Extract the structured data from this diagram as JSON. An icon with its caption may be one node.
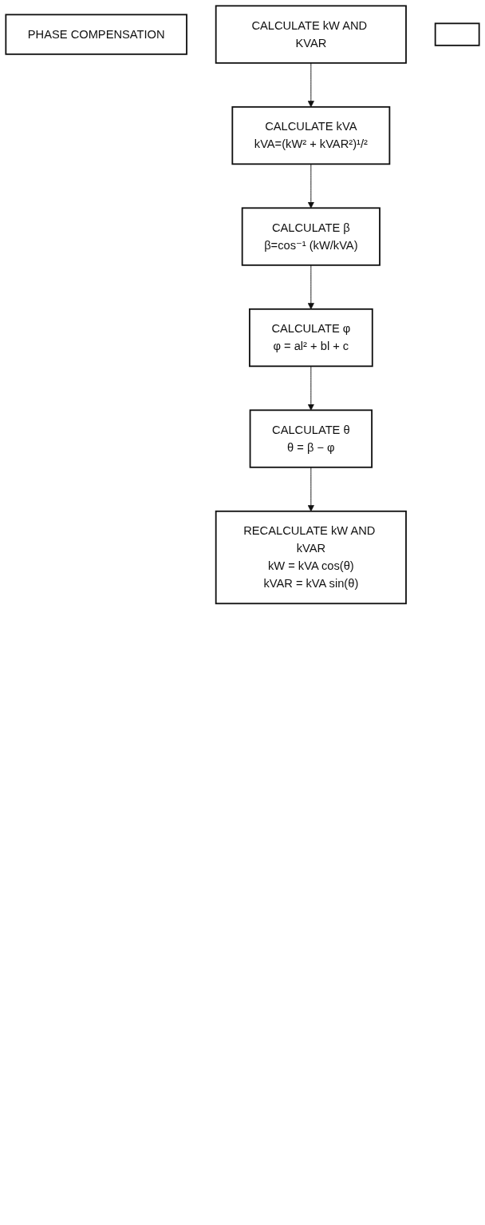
{
  "diagram": {
    "nodes": [
      {
        "text": [
          "PHASE COMPENSATION"
        ]
      },
      {
        "text": [
          "CALCULATE kW AND KVAR"
        ]
      },
      {
        "text": [
          "CALCULATE kVA",
          "kVA=(kW² + kVAR²)¹/²"
        ]
      },
      {
        "text": [
          "CALCULATE β",
          "β=cos⁻¹ (kW/kVA)"
        ]
      },
      {
        "text": [
          "CALCULATE φ",
          "φ = al² + bl + c"
        ]
      },
      {
        "text": [],
        "shape": "box"
      },
      {
        "text": [
          "CALCULATE θ",
          "θ = β − φ"
        ]
      },
      {
        "text": [
          "RECALCULATE kW AND kVAR",
          "kW = kVA cos(θ)",
          "kVAR = kVA sin(θ)"
        ]
      }
    ],
    "edges": [
      {
        "from": 1,
        "to": 2,
        "arrow": "to"
      },
      {
        "from": 2,
        "to": 3,
        "arrow": "to"
      },
      {
        "from": 3,
        "to": 4,
        "arrow": "to"
      },
      {
        "from": 4,
        "to": 6,
        "arrow": "to"
      },
      {
        "from": 6,
        "to": 7,
        "arrow": "to"
      }
    ]
  }
}
